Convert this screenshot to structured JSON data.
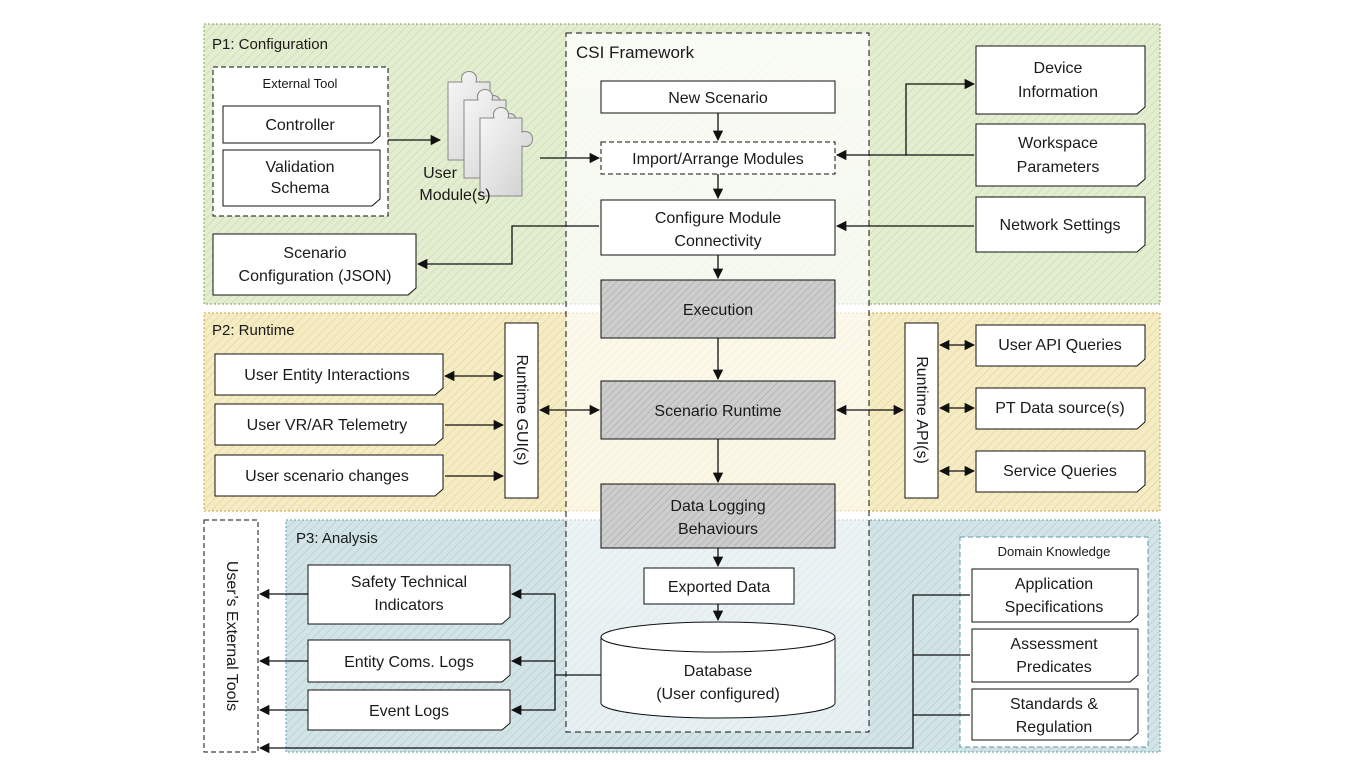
{
  "phases": {
    "p1": "P1: Configuration",
    "p2": "P2: Runtime",
    "p3": "P3: Analysis"
  },
  "framework": {
    "title": "CSI Framework",
    "new_scenario": "New Scenario",
    "import_modules": "Import/Arrange Modules",
    "configure_l1": "Configure Module",
    "configure_l2": "Connectivity",
    "execution": "Execution",
    "scenario_runtime": "Scenario Runtime",
    "logging_l1": "Data Logging",
    "logging_l2": "Behaviours",
    "exported": "Exported Data",
    "db_l1": "Database",
    "db_l2": "(User configured)"
  },
  "external_tool": {
    "title": "External Tool",
    "controller": "Controller",
    "validation_l1": "Validation",
    "validation_l2": "Schema"
  },
  "user_modules": {
    "l1": "User",
    "l2": "Module(s)"
  },
  "scenario_config": {
    "l1": "Scenario",
    "l2": "Configuration (JSON)"
  },
  "right_inputs": {
    "device_l1": "Device",
    "device_l2": "Information",
    "workspace_l1": "Workspace",
    "workspace_l2": "Parameters",
    "network": "Network Settings"
  },
  "runtime": {
    "gui": "Runtime GUI(s)",
    "api": "Runtime API(s)",
    "left": [
      "User Entity Interactions",
      "User VR/AR Telemetry",
      "User scenario changes"
    ],
    "right": [
      "User API Queries",
      "PT Data source(s)",
      "Service Queries"
    ]
  },
  "analysis": {
    "outputs": [
      "Safety Technical",
      "Indicators",
      "Entity Coms. Logs",
      "Event Logs"
    ],
    "external_tools": "User’s External Tools"
  },
  "domain": {
    "title": "Domain Knowledge",
    "app_l1": "Application",
    "app_l2": "Specifications",
    "assess_l1": "Assessment",
    "assess_l2": "Predicates",
    "std_l1": "Standards &",
    "std_l2": "Regulation"
  },
  "colors": {
    "p1": "#e3edd0",
    "p2": "#f6ecc4",
    "p3": "#d3e4e7",
    "dark_box": "#c9c9c9"
  }
}
